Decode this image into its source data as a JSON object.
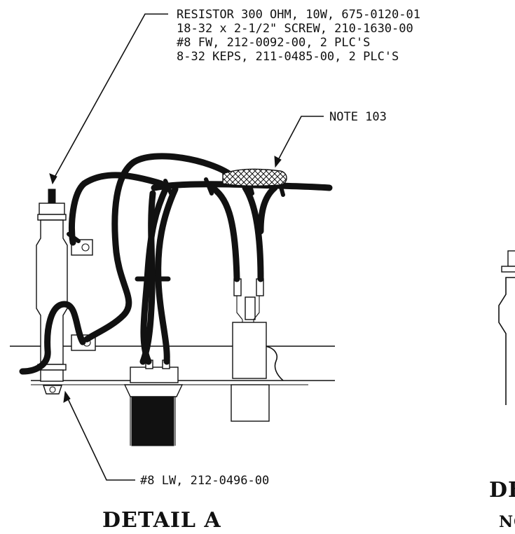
{
  "callouts": {
    "resistor_lines": [
      "RESISTOR 300 OHM, 10W, 675-0120-01",
      "18-32 x 2-1/2\" SCREW, 210-1630-00",
      "#8 FW, 212-0092-00, 2 PLC'S",
      "8-32 KEPS, 211-0485-00, 2 PLC'S"
    ],
    "note": "NOTE 103",
    "lock_washer": "#8 LW, 212-0496-00"
  },
  "titles": {
    "detail_a": "DETAIL A",
    "detail_b_partial": "DE",
    "note_b_partial": "NO"
  }
}
